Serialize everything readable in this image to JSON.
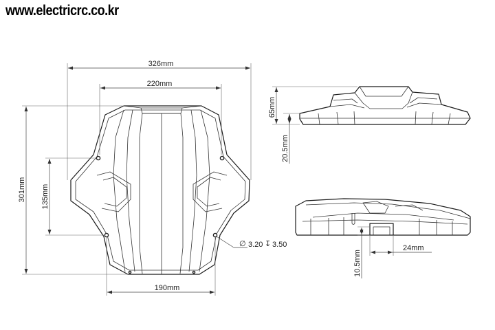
{
  "watermark": "www.electricrc.co.kr",
  "dimensions": {
    "overall_width": "326mm",
    "upper_width": "220mm",
    "overall_height": "301mm",
    "hole_spacing_vertical": "135mm",
    "bottom_width": "190mm",
    "hole_diameter": "3.20",
    "hole_depth": "3.50",
    "side_height": "65mm",
    "side_base_thickness": "20.5mm",
    "slot_width": "24mm",
    "slot_height": "10.5mm"
  },
  "symbols": {
    "diameter": "∅",
    "depth": "↧"
  }
}
